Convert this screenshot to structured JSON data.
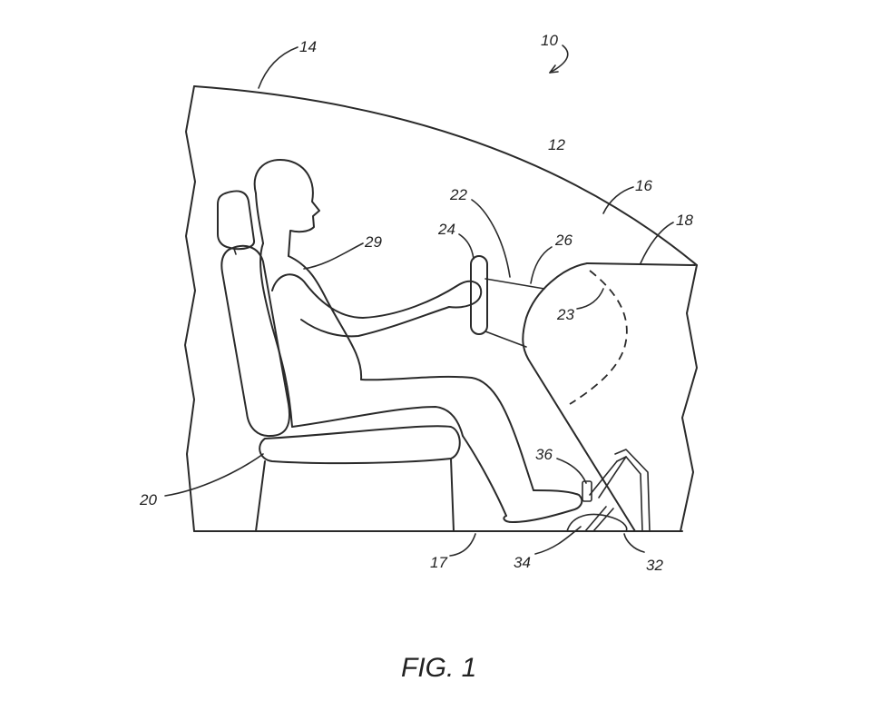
{
  "figure": {
    "caption": "FIG. 1",
    "reference_numerals": {
      "n10": "10",
      "n12": "12",
      "n14": "14",
      "n16": "16",
      "n17": "17",
      "n18": "18",
      "n20": "20",
      "n22": "22",
      "n23": "23",
      "n24": "24",
      "n26": "26",
      "n29": "29",
      "n32": "32",
      "n34": "34",
      "n36": "36"
    }
  }
}
